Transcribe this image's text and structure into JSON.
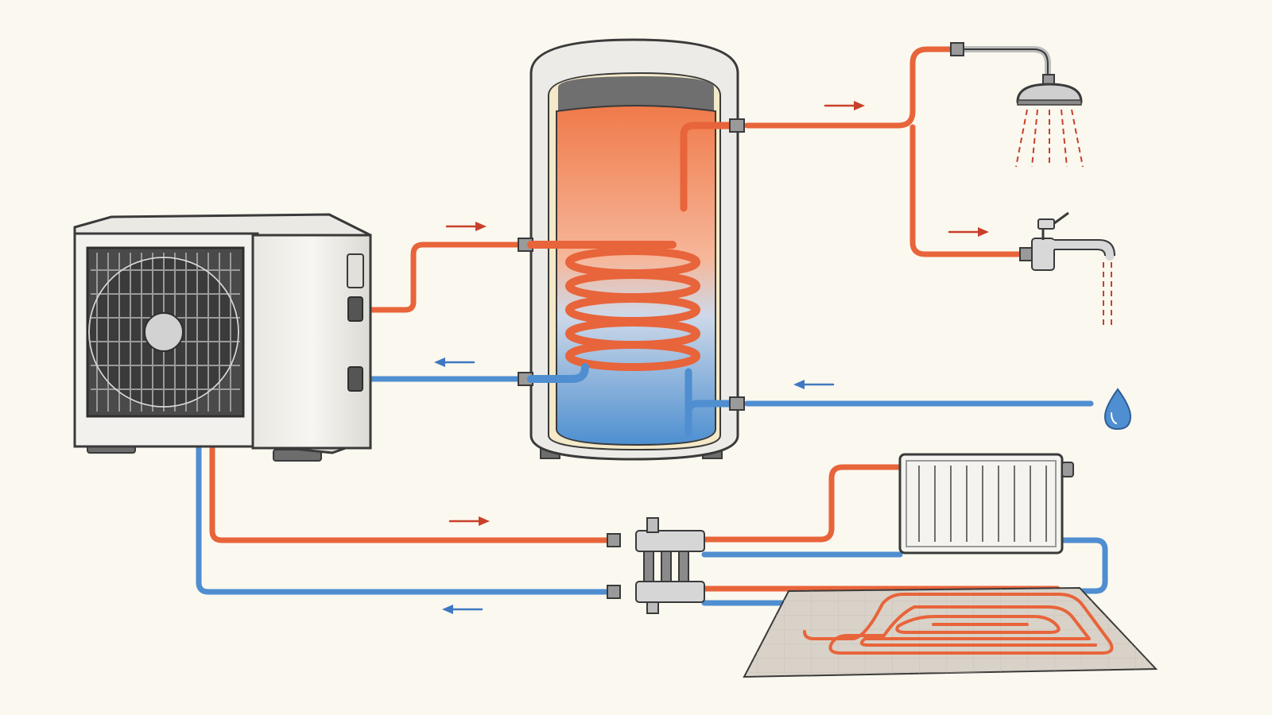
{
  "colors": {
    "background": "#fbf8ef",
    "hot_pipe": "#e8643a",
    "cold_pipe": "#4f8ed0",
    "hot_arrow": "#c8402a",
    "cold_arrow": "#3f78c0",
    "outline": "#3a3a3a",
    "unit_body": "#f1f0ec",
    "tank_insulation": "#f4e9c8",
    "floor_panel": "#d9d2c8"
  },
  "components": [
    {
      "id": "heat-pump-outdoor-unit",
      "icon": "heat-pump-icon"
    },
    {
      "id": "hot-water-cylinder",
      "icon": "cylinder-icon"
    },
    {
      "id": "heating-coil",
      "icon": "coil-icon"
    },
    {
      "id": "shower-head",
      "icon": "shower-icon"
    },
    {
      "id": "tap",
      "icon": "faucet-icon"
    },
    {
      "id": "cold-water-supply",
      "icon": "water-drop-icon"
    },
    {
      "id": "radiator",
      "icon": "radiator-icon"
    },
    {
      "id": "manifold",
      "icon": "manifold-icon"
    },
    {
      "id": "underfloor-heating-loop",
      "icon": "underfloor-icon"
    }
  ],
  "flow_arrows": [
    {
      "id": "flow-to-coil",
      "kind": "hot",
      "direction": "right"
    },
    {
      "id": "flow-from-coil",
      "kind": "cold",
      "direction": "left"
    },
    {
      "id": "flow-to-shower",
      "kind": "hot",
      "direction": "right"
    },
    {
      "id": "flow-to-tap",
      "kind": "hot",
      "direction": "right"
    },
    {
      "id": "flow-cold-inlet",
      "kind": "cold",
      "direction": "left"
    },
    {
      "id": "flow-to-manifold",
      "kind": "hot",
      "direction": "right"
    },
    {
      "id": "flow-return-manifold",
      "kind": "cold",
      "direction": "left"
    }
  ]
}
